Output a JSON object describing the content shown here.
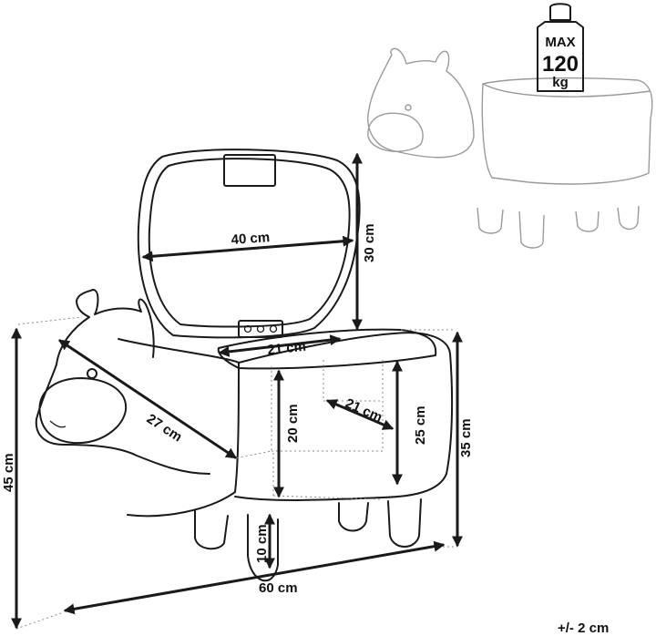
{
  "weight_badge": {
    "line1": "MAX",
    "line2": "120",
    "line3": "kg"
  },
  "dimensions": {
    "lid_width": "40 cm",
    "lid_height": "30 cm",
    "storage_width": "21 cm",
    "storage_depth": "21 cm",
    "storage_height": "20 cm",
    "inner_height": "25 cm",
    "body_height": "35 cm",
    "total_height": "45 cm",
    "diagonal": "27 cm",
    "leg_height": "10 cm",
    "total_length": "60 cm"
  },
  "tolerance": "+/- 2 cm"
}
